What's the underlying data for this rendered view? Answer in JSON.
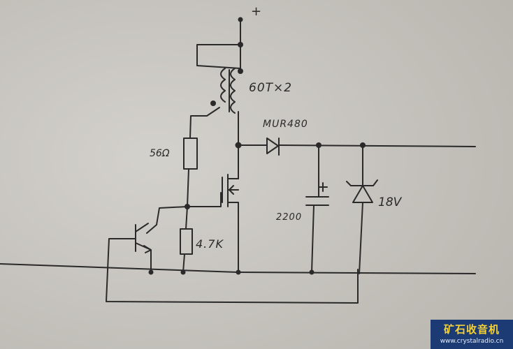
{
  "labels": {
    "supply": "+",
    "transformer": "60T×2",
    "diode": "MUR480",
    "gate_resistor": "56Ω",
    "base_resistor": "4.7K",
    "capacitor": "2200",
    "zener": "18V"
  },
  "watermark": {
    "title": "矿石收音机",
    "url": "www.crystalradio.cn"
  },
  "colors": {
    "paper": "#c9c7c3",
    "ink": "#2a2a2a",
    "watermark_bg": "#1c3a73",
    "watermark_title": "#f4d23a"
  }
}
